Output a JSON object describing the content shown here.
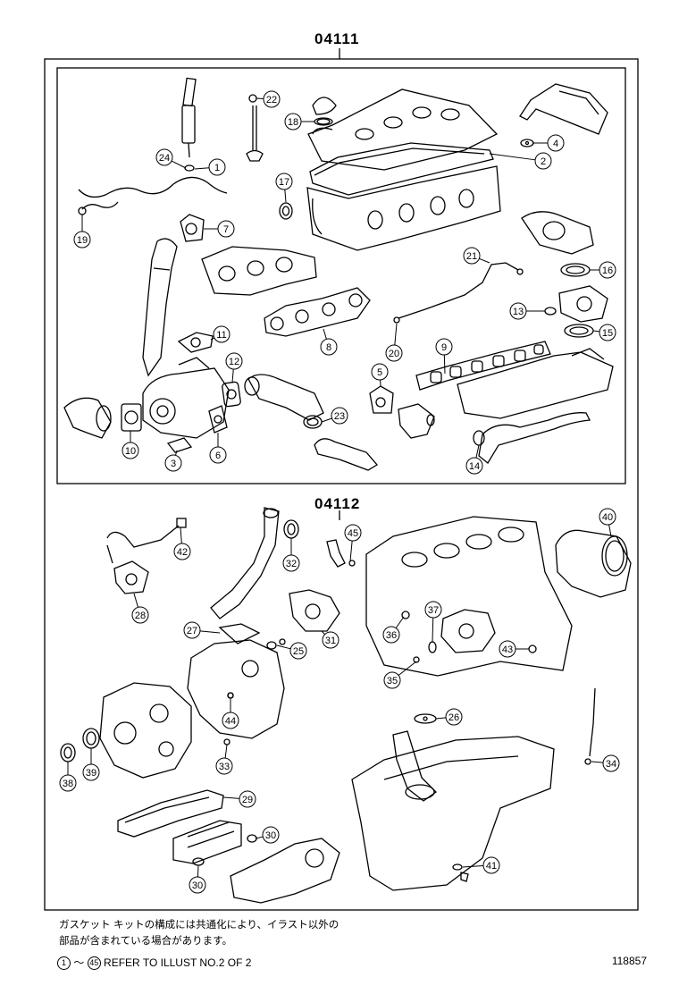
{
  "kit_upper": {
    "code": "04111"
  },
  "kit_lower": {
    "code": "04112"
  },
  "callouts": [
    "1",
    "2",
    "3",
    "4",
    "5",
    "6",
    "7",
    "8",
    "9",
    "10",
    "11",
    "12",
    "13",
    "14",
    "15",
    "16",
    "17",
    "18",
    "19",
    "20",
    "21",
    "22",
    "23",
    "24",
    "25",
    "26",
    "27",
    "28",
    "29",
    "30",
    "30",
    "31",
    "32",
    "33",
    "34",
    "35",
    "36",
    "37",
    "38",
    "39",
    "40",
    "41",
    "42",
    "43",
    "44",
    "45"
  ],
  "note": {
    "line1": "ガスケット キットの構成には共通化により、イラスト以外の",
    "line2": "部品が含まれている場合があります。"
  },
  "footer": {
    "ref_start": "1",
    "tilde": "～",
    "ref_end": "45",
    "ref_text": "REFER TO ILLUST NO.2 OF 2",
    "illust_no": "118857"
  }
}
